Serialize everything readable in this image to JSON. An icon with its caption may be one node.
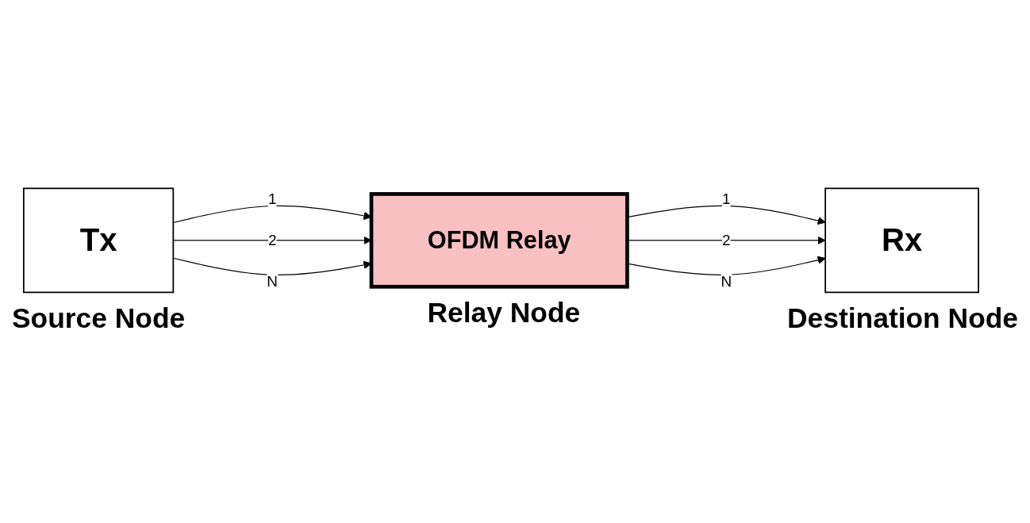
{
  "diagram": {
    "nodes": [
      {
        "text": [
          "Tx"
        ],
        "beside": [
          "Source Node"
        ]
      },
      {
        "text": [
          "OFDM Relay"
        ],
        "beside": [
          "Relay Node"
        ]
      },
      {
        "text": [
          "Rx"
        ],
        "beside": [
          "Destination Node"
        ]
      }
    ],
    "edges": [
      {
        "from": 0,
        "to": 1,
        "arrow": "to",
        "label": "1"
      },
      {
        "from": 0,
        "to": 1,
        "arrow": "to",
        "label": "2"
      },
      {
        "from": 0,
        "to": 1,
        "arrow": "to",
        "label": "N"
      },
      {
        "from": 1,
        "to": 2,
        "arrow": "to",
        "label": "1"
      },
      {
        "from": 1,
        "to": 2,
        "arrow": "to",
        "label": "2"
      },
      {
        "from": 1,
        "to": 2,
        "arrow": "to",
        "label": "N"
      }
    ]
  }
}
